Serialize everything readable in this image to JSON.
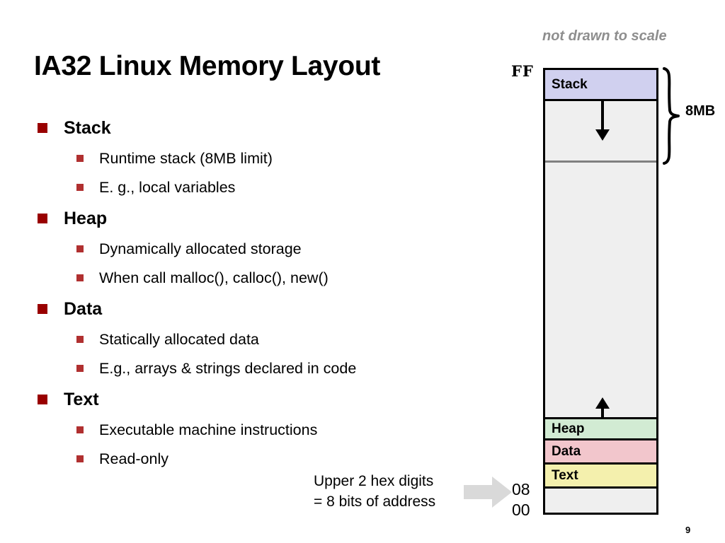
{
  "slide": {
    "title": "IA32 Linux Memory Layout",
    "page_number": "9"
  },
  "bullets": [
    {
      "label": "Stack",
      "sub": [
        "Runtime stack (8MB limit)",
        "E. g., local variables"
      ]
    },
    {
      "label": "Heap",
      "sub": [
        "Dynamically allocated storage",
        "When call  malloc(), calloc(), new()"
      ]
    },
    {
      "label": "Data",
      "sub": [
        "Statically allocated data",
        "E.g., arrays & strings declared in code"
      ]
    },
    {
      "label": "Text",
      "sub": [
        "Executable machine instructions",
        "Read-only"
      ]
    }
  ],
  "diagram": {
    "note": "not drawn to scale",
    "top_address": "FF",
    "bottom_address_hi": "08",
    "bottom_address_lo": "00",
    "brace_label": "8MB",
    "blocks": [
      {
        "label": "Stack",
        "color": "#d0d0ef"
      },
      {
        "label": "Heap",
        "color": "#d2ebd3"
      },
      {
        "label": "Data",
        "color": "#f2c6cc"
      },
      {
        "label": "Text",
        "color": "#f4f0ad"
      }
    ]
  },
  "callout": {
    "line1": "Upper 2 hex digits",
    "line2": "= 8 bits of address"
  },
  "colors": {
    "bullet_square": "#990000",
    "subbullet_square": "#b03030",
    "note_gray": "#8e8e8e",
    "arrow_gray": "#d9d9d9",
    "empty_fill": "#efefef"
  }
}
